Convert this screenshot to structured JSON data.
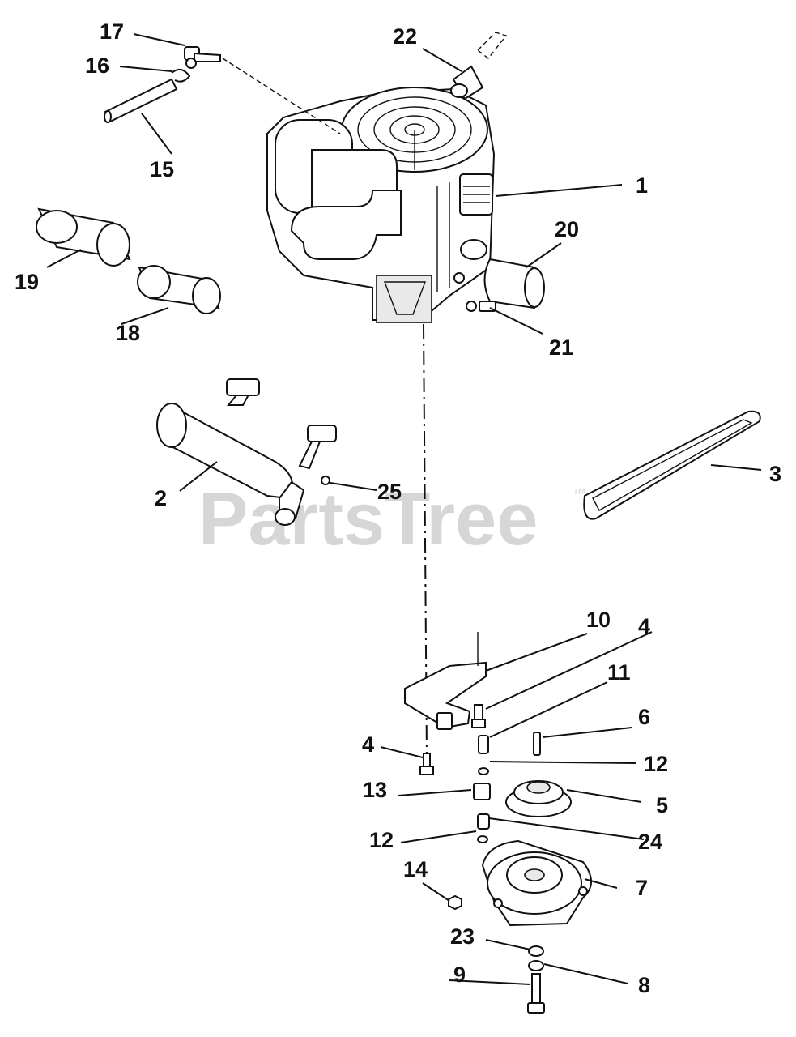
{
  "watermark": {
    "text": "PartsTree",
    "trademark": "TM"
  },
  "callouts": [
    {
      "id": "1",
      "label": "1"
    },
    {
      "id": "2",
      "label": "2"
    },
    {
      "id": "3",
      "label": "3"
    },
    {
      "id": "4a",
      "label": "4"
    },
    {
      "id": "4b",
      "label": "4"
    },
    {
      "id": "5",
      "label": "5"
    },
    {
      "id": "6",
      "label": "6"
    },
    {
      "id": "7",
      "label": "7"
    },
    {
      "id": "8",
      "label": "8"
    },
    {
      "id": "9",
      "label": "9"
    },
    {
      "id": "10",
      "label": "10"
    },
    {
      "id": "11",
      "label": "11"
    },
    {
      "id": "12a",
      "label": "12"
    },
    {
      "id": "12b",
      "label": "12"
    },
    {
      "id": "13",
      "label": "13"
    },
    {
      "id": "14",
      "label": "14"
    },
    {
      "id": "15",
      "label": "15"
    },
    {
      "id": "16",
      "label": "16"
    },
    {
      "id": "17",
      "label": "17"
    },
    {
      "id": "18",
      "label": "18"
    },
    {
      "id": "19",
      "label": "19"
    },
    {
      "id": "20",
      "label": "20"
    },
    {
      "id": "21",
      "label": "21"
    },
    {
      "id": "22",
      "label": "22"
    },
    {
      "id": "23",
      "label": "23"
    },
    {
      "id": "24",
      "label": "24"
    },
    {
      "id": "25",
      "label": "25"
    }
  ]
}
